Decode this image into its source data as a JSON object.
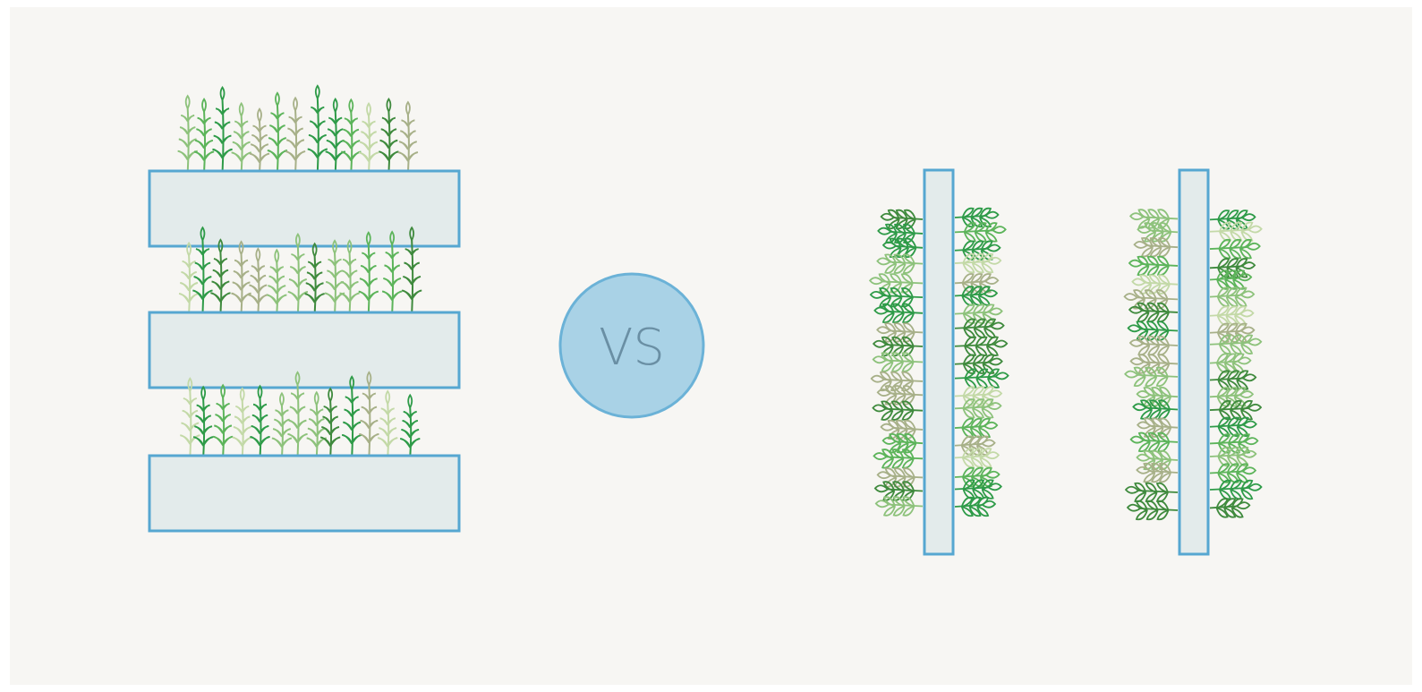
{
  "comparison": {
    "label": "VS"
  },
  "palette": {
    "background": "#f7f6f3",
    "container_fill": "#e3ebeb",
    "container_stroke": "#56a7d1",
    "circle_fill": "#a9d2e6",
    "circle_stroke": "#6bb2d7",
    "vs_text": "#6a8fa4",
    "plant_greens": [
      "#2e9b48",
      "#5cb45a",
      "#8dc27b",
      "#a7b088",
      "#c3d9a7",
      "#3f8a3d"
    ]
  },
  "left_system": {
    "name": "horizontal-tiers",
    "tier_count": 3
  },
  "right_system": {
    "name": "vertical-towers",
    "tower_count": 2
  }
}
